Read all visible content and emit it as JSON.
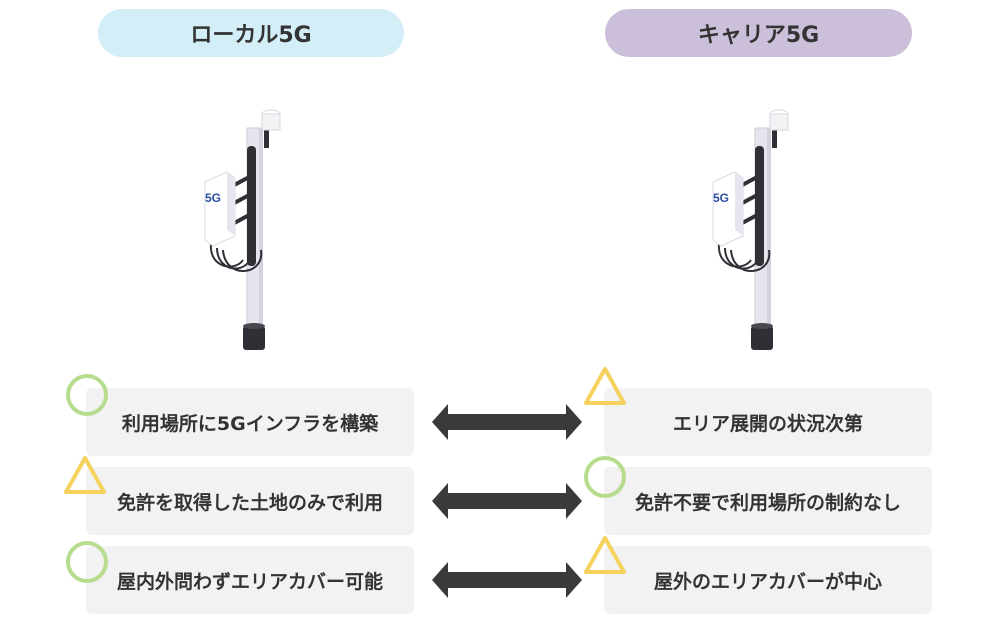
{
  "header": {
    "left_title": "ローカル5G",
    "right_title": "キャリア5G"
  },
  "tower": {
    "badge_text": "5G"
  },
  "comparison": {
    "left": [
      {
        "mark": "circle",
        "text": "利用場所に5Gインフラを構築"
      },
      {
        "mark": "triangle",
        "text": "免許を取得した土地のみで利用"
      },
      {
        "mark": "circle",
        "text": "屋内外問わずエリアカバー可能"
      }
    ],
    "right": [
      {
        "mark": "triangle",
        "text": "エリア展開の状況次第"
      },
      {
        "mark": "circle",
        "text": "免許不要で利用場所の制約なし"
      },
      {
        "mark": "triangle",
        "text": "屋外のエリアカバーが中心"
      }
    ]
  },
  "colors": {
    "left_header_bg": "#d3eef7",
    "right_header_bg": "#cbbfd9",
    "circle_mark": "#b7dc8e",
    "triangle_mark": "#f5d25e",
    "arrow": "#3a3a3a",
    "row_bg": "#f2f2f2"
  },
  "icons": {
    "antenna": "antenna-tower-icon",
    "circle": "circle-mark-icon",
    "triangle": "triangle-mark-icon",
    "arrow": "double-arrow-icon"
  }
}
